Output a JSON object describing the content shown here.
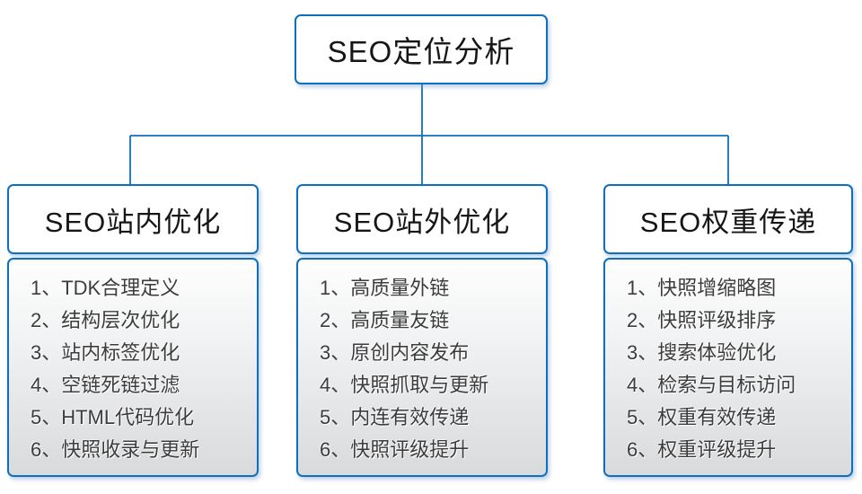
{
  "diagram": {
    "root": {
      "title": "SEO定位分析"
    },
    "columns": [
      {
        "title": "SEO站内优化",
        "items": [
          "1、TDK合理定义",
          "2、结构层次优化",
          "3、站内标签优化",
          "4、空链死链过滤",
          "5、HTML代码优化",
          "6、快照收录与更新"
        ]
      },
      {
        "title": "SEO站外优化",
        "items": [
          "1、高质量外链",
          "2、高质量友链",
          "3、原创内容发布",
          "4、快照抓取与更新",
          "5、内连有效传递",
          "6、快照评级提升"
        ]
      },
      {
        "title": "SEO权重传递",
        "items": [
          "1、快照增缩略图",
          "2、快照评级排序",
          "3、搜索体验优化",
          "4、检索与目标访问",
          "5、权重有效传递",
          "6、权重评级提升"
        ]
      }
    ],
    "colors": {
      "accent": "#0d6fc0"
    }
  }
}
